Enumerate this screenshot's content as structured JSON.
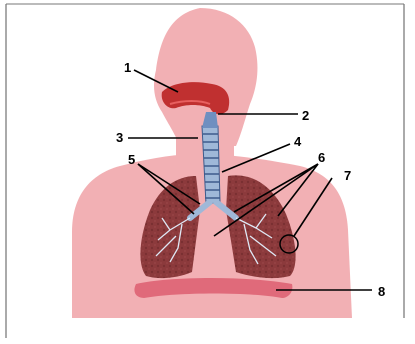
{
  "labels": {
    "l1": "1",
    "l2": "2",
    "l3": "3",
    "l4": "4",
    "l5": "5",
    "l6": "6",
    "l7": "7",
    "l8": "8"
  },
  "colors": {
    "body": "#f2b0b4",
    "lung": "#8c3a3c",
    "airway": "#c03030",
    "trachea": "#9fb8d8",
    "diaphragm": "#e06a7a",
    "border": "#555555"
  }
}
